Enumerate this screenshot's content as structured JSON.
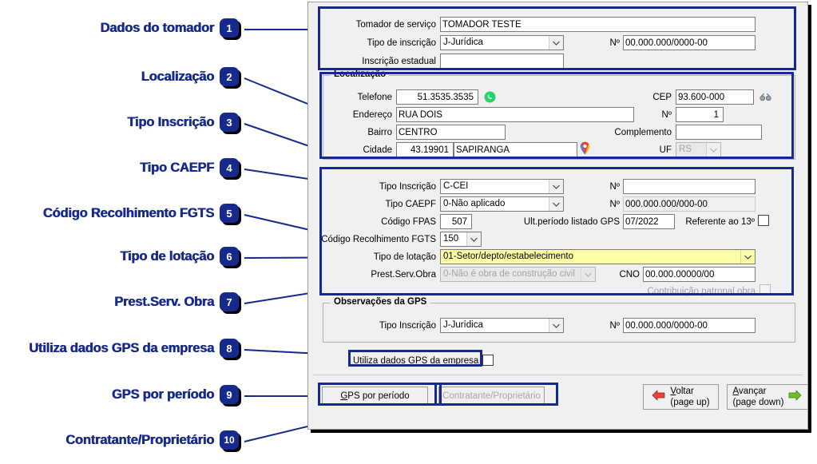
{
  "annotations": [
    {
      "n": "1",
      "label": "Dados do tomador"
    },
    {
      "n": "2",
      "label": "Localização"
    },
    {
      "n": "3",
      "label": "Tipo Inscrição"
    },
    {
      "n": "4",
      "label": "Tipo CAEPF"
    },
    {
      "n": "5",
      "label": "Código Recolhimento FGTS"
    },
    {
      "n": "6",
      "label": "Tipo de lotação"
    },
    {
      "n": "7",
      "label": "Prest.Serv. Obra"
    },
    {
      "n": "8",
      "label": "Utiliza dados GPS da empresa"
    },
    {
      "n": "9",
      "label": "GPS por período"
    },
    {
      "n": "10",
      "label": "Contratante/Proprietário"
    }
  ],
  "colors": {
    "accent": "#16298c",
    "highlight_field": "#ffffa8",
    "form_bg": "#f0f0f0"
  },
  "tomador": {
    "label_nome": "Tomador de serviço",
    "value_nome": "TOMADOR TESTE",
    "label_tipo": "Tipo de inscrição",
    "value_tipo": "J-Jurídica",
    "label_numero": "Nº",
    "value_numero": "00.000.000/0000-00",
    "label_ie": "Inscrição estadual",
    "value_ie": ""
  },
  "localizacao": {
    "title": "Localização",
    "label_telefone": "Telefone",
    "value_telefone": "51.3535.3535",
    "label_cep": "CEP",
    "value_cep": "93.600-000",
    "label_endereco": "Endereço",
    "value_endereco": "RUA DOIS",
    "label_numero": "Nº",
    "value_numero": "1",
    "label_bairro": "Bairro",
    "value_bairro": "CENTRO",
    "label_complemento": "Complemento",
    "value_complemento": "",
    "label_cidade": "Cidade",
    "value_cidade_cod": "43.19901",
    "value_cidade_nome": "SAPIRANGA",
    "label_uf": "UF",
    "value_uf": "RS",
    "icon_telefone": "whatsapp-icon",
    "icon_cep": "binoculars-icon",
    "icon_cidade": "map-pin-icon"
  },
  "inscricao": {
    "label_tipo_inscricao": "Tipo Inscrição",
    "value_tipo_inscricao": "C-CEI",
    "label_num_inscricao": "Nº",
    "value_num_inscricao": "",
    "label_tipo_caepf": "Tipo CAEPF",
    "value_tipo_caepf": "0-Não aplicado",
    "label_num_caepf": "Nº",
    "value_num_caepf": "000.000.000/000-00",
    "label_fpas": "Código FPAS",
    "value_fpas": "507",
    "label_ult_periodo": "Ult.período listado GPS",
    "value_ult_periodo": "07/2022",
    "label_referente13": "Referente ao 13º",
    "checked_referente13": false,
    "label_fgts": "Código Recolhimento FGTS",
    "value_fgts": "150",
    "label_lotacao": "Tipo de lotação",
    "value_lotacao": "01-Setor/depto/estabelecimento",
    "label_obra": "Prest.Serv.Obra",
    "value_obra": "0-Não é obra de construção civil",
    "label_cno": "CNO",
    "value_cno": "00.000.00000/00",
    "label_contrib_obra": "Contribuição patronal obra",
    "checked_contrib_obra": false
  },
  "observacoes": {
    "title": "Observações da GPS",
    "label_tipo": "Tipo Inscrição",
    "value_tipo": "J-Jurídica",
    "label_numero": "Nº",
    "value_numero": "00.000.000/0000-00"
  },
  "gps_empresa": {
    "label": "Utiliza dados GPS da empresa",
    "checked": false
  },
  "buttons": {
    "gps_periodo": "GPS por período",
    "gps_periodo_accesskey": "G",
    "contratante": "Contratante/Proprietário",
    "voltar_line1": "Voltar",
    "voltar_line2": "(page up)",
    "voltar_accesskey": "V",
    "avancar_line1": "Avançar",
    "avancar_line2": "(page down)",
    "avancar_accesskey": "A",
    "icon_voltar": "arrow-left-icon",
    "icon_avancar": "arrow-right-icon"
  }
}
